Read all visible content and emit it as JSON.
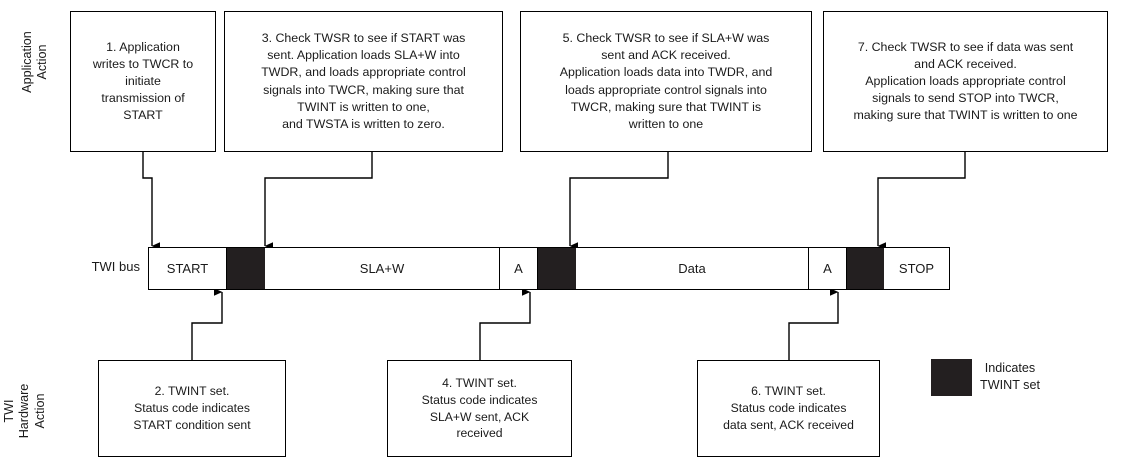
{
  "lanes": {
    "application_action_label": "Application\nAction",
    "hardware_action_label": "TWI\nHardware\nAction",
    "bus_label": "TWI bus"
  },
  "application_steps": [
    {
      "id": "step-1",
      "text": "1. Application\nwrites to TWCR to\ninitiate\ntransmission of\nSTART"
    },
    {
      "id": "step-3",
      "text": "3. Check TWSR to see if START was\nsent. Application loads SLA+W into\nTWDR, and loads appropriate control\nsignals into TWCR, making sure that\nTWINT is written to one,\nand TWSTA is written to zero."
    },
    {
      "id": "step-5",
      "text": "5. Check TWSR to see if SLA+W was\nsent and ACK received.\nApplication loads data into TWDR, and\nloads appropriate control signals into\nTWCR, making sure that TWINT is\nwritten to one"
    },
    {
      "id": "step-7",
      "text": "7. Check TWSR to see if data was sent\nand ACK received.\nApplication loads appropriate control\nsignals to send STOP into TWCR,\nmaking sure that TWINT is written to one"
    }
  ],
  "hardware_steps": [
    {
      "id": "step-2",
      "text": "2. TWINT set.\nStatus code indicates\nSTART condition sent"
    },
    {
      "id": "step-4",
      "text": "4. TWINT set.\nStatus code indicates\nSLA+W sent, ACK\nreceived"
    },
    {
      "id": "step-6",
      "text": "6. TWINT set.\nStatus code indicates\ndata sent, ACK received"
    }
  ],
  "bus_segments": [
    {
      "id": "seg-start",
      "label": "START",
      "type": "frame"
    },
    {
      "id": "seg-twint-1",
      "label": "",
      "type": "twint"
    },
    {
      "id": "seg-slaw",
      "label": "SLA+W",
      "type": "frame"
    },
    {
      "id": "seg-ack-1",
      "label": "A",
      "type": "frame"
    },
    {
      "id": "seg-twint-2",
      "label": "",
      "type": "twint"
    },
    {
      "id": "seg-data",
      "label": "Data",
      "type": "frame"
    },
    {
      "id": "seg-ack-2",
      "label": "A",
      "type": "frame"
    },
    {
      "id": "seg-twint-3",
      "label": "",
      "type": "twint"
    },
    {
      "id": "seg-stop",
      "label": "STOP",
      "type": "frame"
    }
  ],
  "legend": {
    "text": "Indicates\nTWINT set"
  },
  "colors": {
    "twint_fill": "#231f20",
    "line": "#000000",
    "background": "#ffffff"
  }
}
